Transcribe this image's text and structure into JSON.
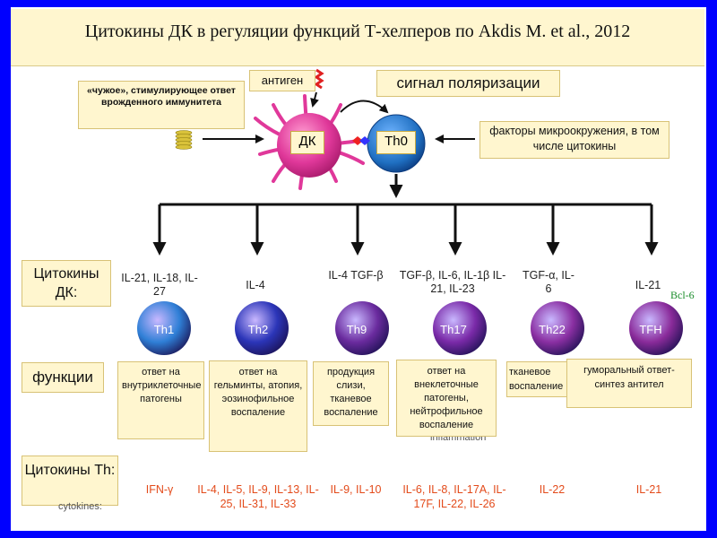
{
  "title": "Цитокины ДК в регуляции функций Т-хелперов по Akdis M. et al., 2012",
  "labels": {
    "antigen": "антиген",
    "polarization": "сигнал поляризации",
    "foreign": "«чужое», стимулирующее ответ врожденного иммунитета",
    "dc_cell": "ДК",
    "th0_cell": "Th0",
    "microenv": "факторы микроокружения, в том числе цитокины",
    "row_dc_cytokines": "Цитокины ДК:",
    "row_functions": "функции",
    "row_th_cytokines": "Цитокины Th:"
  },
  "colors": {
    "frame": "#0000ff",
    "box_fill": "#fff6cf",
    "th_cytokine_text": "#e34b1b",
    "dc_cell": "#e0389a",
    "th0_cell": "#1f6fc1"
  },
  "cells": [
    {
      "name": "Th1",
      "dc_cytokines": "IL-21, IL-18, IL-27",
      "function": "ответ на внутриклеточные патогены",
      "th_cytokines": "IFN-γ",
      "color": "#2f7fd6"
    },
    {
      "name": "Th2",
      "dc_cytokines": "IL-4",
      "function": "ответ на гельминты, атопия, эозинофильное воспаление",
      "th_cytokines": "IL-4, IL-5, IL-9, IL-13, IL-25, IL-31, IL-33",
      "color": "#2b35b8"
    },
    {
      "name": "Th9",
      "dc_cytokines": "IL-4 TGF-β",
      "function": "продукция слизи, тканевое воспаление",
      "th_cytokines": "IL-9, IL-10",
      "color": "#6a2b9e"
    },
    {
      "name": "Th17",
      "dc_cytokines": "TGF-β, IL-6, IL-1β IL-21, IL-23",
      "function": "ответ на внеклеточные патогены, нейтрофильное воспаление",
      "th_cytokines": "IL-6, IL-8, IL-17A, IL-17F, IL-22, IL-26",
      "color": "#7a2aa8"
    },
    {
      "name": "Th22",
      "dc_cytokines": "TGF-α, IL-6",
      "function": "тканевое воспаление",
      "th_cytokines": "IL-22",
      "color": "#8a2fa2"
    },
    {
      "name": "TFH",
      "dc_cytokines": "IL-21",
      "function": "гуморальный ответ-синтез антител",
      "th_cytokines": "IL-21",
      "color": "#8a2b9a"
    }
  ],
  "extras": {
    "bcl6": "Bcl-6",
    "inflammation": "inflammation",
    "cytokines_en": "cytokines:"
  }
}
